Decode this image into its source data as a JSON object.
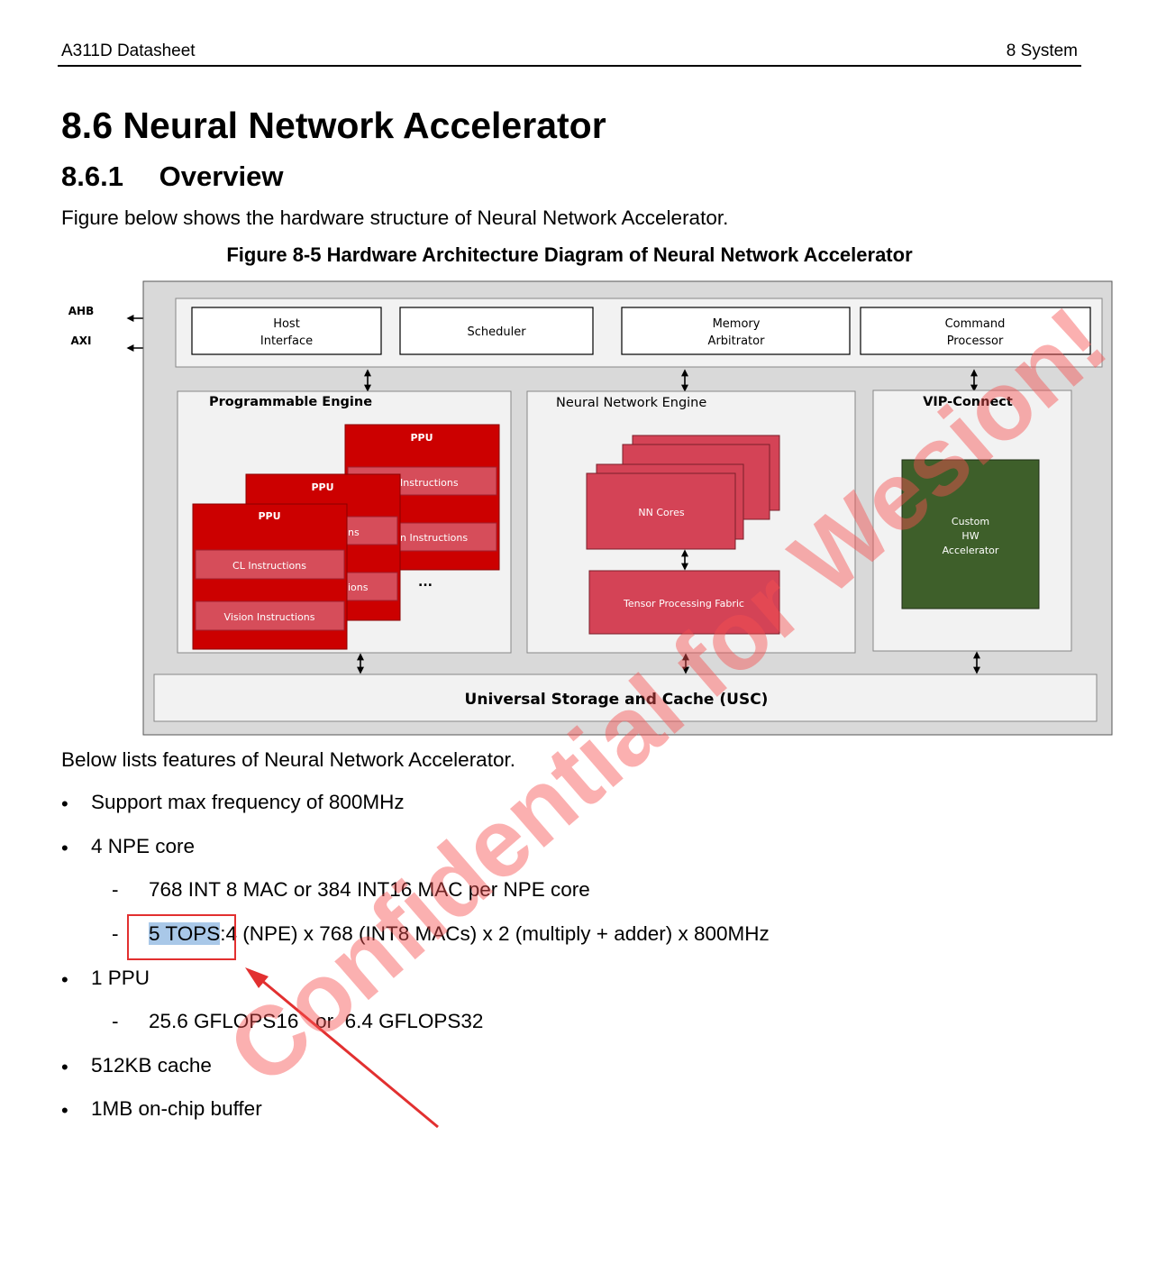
{
  "header": {
    "doc_title": "A311D Datasheet",
    "section": "8 System"
  },
  "heading_section": {
    "number": "8.6",
    "title": "Neural Network Accelerator"
  },
  "heading_subsection": {
    "number": "8.6.1",
    "title": "Overview"
  },
  "intro_text": "Figure below shows the hardware structure of Neural Network Accelerator.",
  "figure": {
    "caption": "Figure 8-5 Hardware Architecture Diagram of Neural Network Accelerator",
    "bus_labels": [
      "AHB",
      "AXI"
    ],
    "top_blocks": [
      {
        "line1": "Host",
        "line2": "Interface"
      },
      {
        "line1": "Scheduler",
        "line2": ""
      },
      {
        "line1": "Memory",
        "line2": "Arbitrator"
      },
      {
        "line1": "Command",
        "line2": "Processor"
      }
    ],
    "programmable_engine": {
      "title": "Programmable Engine",
      "ppu_label": "PPU",
      "back_rows": [
        "Instructions",
        "n Instructions"
      ],
      "mid_rows": [
        "ns",
        "ions"
      ],
      "front_rows": [
        "CL Instructions",
        "Vision Instructions"
      ],
      "ellipsis": "..."
    },
    "nn_engine": {
      "title": "Neural Network Engine",
      "cores_label": "NN Cores",
      "fabric_label": "Tensor Processing Fabric"
    },
    "vip_connect": {
      "title": "VIP-Connect",
      "line1": "Custom",
      "line2": "HW",
      "line3": "Accelerator"
    },
    "storage": "Universal Storage and Cache (USC)",
    "colors": {
      "ppu_red": "#cc0000",
      "nn_pink": "#d44356",
      "custom_green": "#3e5f2a",
      "frame_gray": "#d9d9d9"
    }
  },
  "features_intro": "Below lists features of Neural Network Accelerator.",
  "features": {
    "f1": "Support max frequency of 800MHz",
    "f2": "4 NPE core",
    "f2a": "768 INT 8 MAC or 384 INT16 MAC per NPE core",
    "f2b_highlight": "5 TOPS",
    "f2b_rest": ":4 (NPE) x 768 (INT8 MACs) x 2 (multiply + adder) x 800MHz",
    "f3": "1 PPU",
    "f3a": "25.6 GFLOPS16   or  6.4 GFLOPS32",
    "f4": "512KB cache",
    "f5": "1MB on-chip buffer"
  },
  "watermark": "Confidential for Wesion!",
  "bullet_char": "•",
  "dash_char": "-"
}
